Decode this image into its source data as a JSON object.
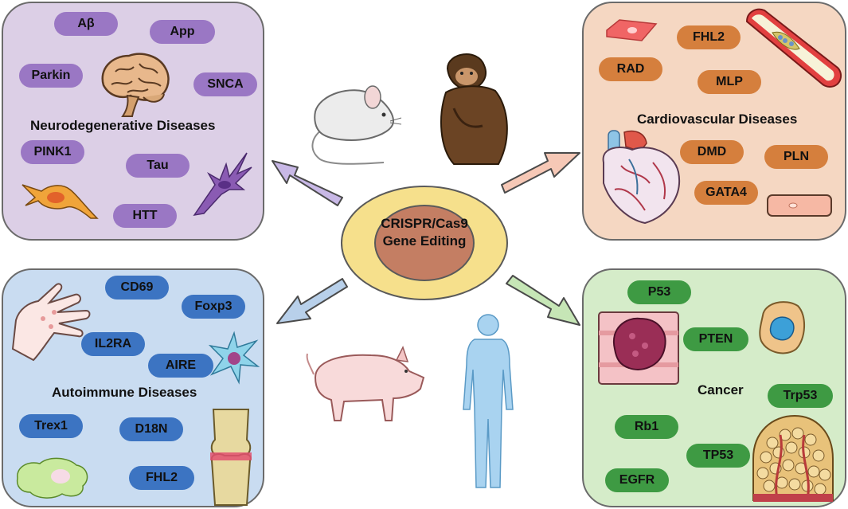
{
  "center": {
    "line1": "CRISPR/Cas9",
    "line2": "Gene Editing"
  },
  "panels": {
    "neuro": {
      "title": "Neurodegenerative Diseases",
      "genes": [
        "Aβ",
        "App",
        "Parkin",
        "SNCA",
        "PINK1",
        "Tau",
        "HTT"
      ]
    },
    "cardio": {
      "title": "Cardiovascular Diseases",
      "genes": [
        "FHL2",
        "RAD",
        "MLP",
        "DMD",
        "PLN",
        "GATA4"
      ]
    },
    "auto": {
      "title": "Autoimmune Diseases",
      "genes": [
        "CD69",
        "Foxp3",
        "IL2RA",
        "AIRE",
        "Trex1",
        "D18N",
        "FHL2"
      ]
    },
    "cancer": {
      "title": "Cancer",
      "genes": [
        "P53",
        "PTEN",
        "Trp53",
        "Rb1",
        "TP53",
        "EGFR"
      ]
    }
  },
  "colors": {
    "neuro_bg": "#dccfe6",
    "neuro_pill": "#9a77c4",
    "cardio_bg": "#f5d7c2",
    "cardio_pill": "#d57f3d",
    "auto_bg": "#c9dcf1",
    "auto_pill": "#3c74c2",
    "cancer_bg": "#d5ecc9",
    "cancer_pill": "#3e9a43",
    "ellipse_outer": "#f6e08c",
    "ellipse_inner": "#c47e63"
  },
  "illustrations": [
    "brain-icon",
    "neuron-icon",
    "microglia-icon",
    "mouse-icon",
    "chimpanzee-icon",
    "pig-icon",
    "human-icon",
    "heart-icon",
    "artery-icon",
    "cardiomyocyte-icon",
    "hand-icon",
    "dendritic-cell-icon",
    "macrophage-icon",
    "joint-icon",
    "tumor-tissue-icon",
    "cancer-cell-icon",
    "tissue-cells-icon"
  ]
}
